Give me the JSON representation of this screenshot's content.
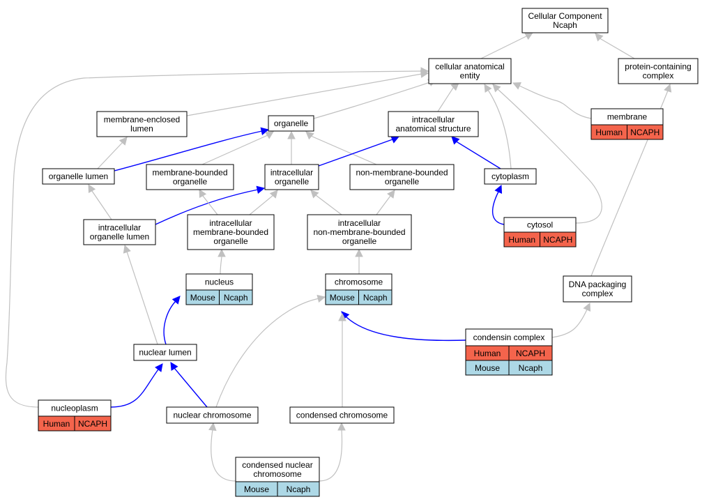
{
  "colors": {
    "gray_edge": "#c0c0c0",
    "blue_edge": "#0000ff",
    "human": "#f4644c",
    "mouse": "#add8e6"
  },
  "nodes": {
    "cc": {
      "lines": [
        "Cellular Component",
        "Ncaph"
      ]
    },
    "cae": {
      "lines": [
        "cellular anatomical",
        "entity"
      ]
    },
    "pcc": {
      "lines": [
        "protein-containing",
        "complex"
      ]
    },
    "mel": {
      "lines": [
        "membrane-enclosed",
        "lumen"
      ]
    },
    "org": {
      "lines": [
        "organelle"
      ]
    },
    "ias": {
      "lines": [
        "intracellular",
        "anatomical structure"
      ]
    },
    "mem": {
      "lines": [
        "membrane"
      ],
      "annotations": [
        {
          "species": "Human",
          "gene": "NCAPH"
        }
      ]
    },
    "orgl": {
      "lines": [
        "organelle lumen"
      ]
    },
    "mbo": {
      "lines": [
        "membrane-bounded",
        "organelle"
      ]
    },
    "io": {
      "lines": [
        "intracellular",
        "organelle"
      ]
    },
    "nmbo": {
      "lines": [
        "non-membrane-bounded",
        "organelle"
      ]
    },
    "cyto": {
      "lines": [
        "cytoplasm"
      ]
    },
    "iol": {
      "lines": [
        "intracellular",
        "organelle lumen"
      ]
    },
    "imbo": {
      "lines": [
        "intracellular",
        "membrane-bounded",
        "organelle"
      ]
    },
    "inmbo": {
      "lines": [
        "intracellular",
        "non-membrane-bounded",
        "organelle"
      ]
    },
    "cytosol": {
      "lines": [
        "cytosol"
      ],
      "annotations": [
        {
          "species": "Human",
          "gene": "NCAPH"
        }
      ]
    },
    "nuc": {
      "lines": [
        "nucleus"
      ],
      "annotations": [
        {
          "species": "Mouse",
          "gene": "Ncaph"
        }
      ]
    },
    "chr": {
      "lines": [
        "chromosome"
      ],
      "annotations": [
        {
          "species": "Mouse",
          "gene": "Ncaph"
        }
      ]
    },
    "dna": {
      "lines": [
        "DNA packaging",
        "complex"
      ]
    },
    "nl": {
      "lines": [
        "nuclear lumen"
      ]
    },
    "cond": {
      "lines": [
        "condensin complex"
      ],
      "annotations": [
        {
          "species": "Human",
          "gene": "NCAPH"
        },
        {
          "species": "Mouse",
          "gene": "Ncaph"
        }
      ]
    },
    "np": {
      "lines": [
        "nucleoplasm"
      ],
      "annotations": [
        {
          "species": "Human",
          "gene": "NCAPH"
        }
      ]
    },
    "nchr": {
      "lines": [
        "nuclear chromosome"
      ]
    },
    "cchr": {
      "lines": [
        "condensed chromosome"
      ]
    },
    "cnchr": {
      "lines": [
        "condensed nuclear",
        "chromosome"
      ],
      "annotations": [
        {
          "species": "Mouse",
          "gene": "Ncaph"
        }
      ]
    }
  },
  "edges": [
    {
      "from": "cae",
      "to": "cc",
      "kind": "is_a"
    },
    {
      "from": "pcc",
      "to": "cc",
      "kind": "is_a"
    },
    {
      "from": "mel",
      "to": "cae",
      "kind": "is_a"
    },
    {
      "from": "org",
      "to": "cae",
      "kind": "is_a"
    },
    {
      "from": "ias",
      "to": "cae",
      "kind": "is_a"
    },
    {
      "from": "mem",
      "to": "cae",
      "kind": "is_a"
    },
    {
      "from": "cyto",
      "to": "cae",
      "kind": "is_a"
    },
    {
      "from": "cytosol",
      "to": "cae",
      "kind": "is_a"
    },
    {
      "from": "np",
      "to": "cae",
      "kind": "is_a"
    },
    {
      "from": "orgl",
      "to": "mel",
      "kind": "is_a"
    },
    {
      "from": "orgl",
      "to": "org",
      "kind": "part_of"
    },
    {
      "from": "mbo",
      "to": "org",
      "kind": "is_a"
    },
    {
      "from": "io",
      "to": "org",
      "kind": "is_a"
    },
    {
      "from": "nmbo",
      "to": "org",
      "kind": "is_a"
    },
    {
      "from": "io",
      "to": "ias",
      "kind": "part_of"
    },
    {
      "from": "cyto",
      "to": "ias",
      "kind": "part_of"
    },
    {
      "from": "iol",
      "to": "orgl",
      "kind": "is_a"
    },
    {
      "from": "iol",
      "to": "io",
      "kind": "part_of"
    },
    {
      "from": "imbo",
      "to": "mbo",
      "kind": "is_a"
    },
    {
      "from": "imbo",
      "to": "io",
      "kind": "is_a"
    },
    {
      "from": "inmbo",
      "to": "io",
      "kind": "is_a"
    },
    {
      "from": "inmbo",
      "to": "nmbo",
      "kind": "is_a"
    },
    {
      "from": "cytosol",
      "to": "cyto",
      "kind": "part_of"
    },
    {
      "from": "nuc",
      "to": "imbo",
      "kind": "is_a"
    },
    {
      "from": "chr",
      "to": "inmbo",
      "kind": "is_a"
    },
    {
      "from": "dna",
      "to": "pcc",
      "kind": "is_a"
    },
    {
      "from": "nl",
      "to": "iol",
      "kind": "is_a"
    },
    {
      "from": "nl",
      "to": "nuc",
      "kind": "part_of"
    },
    {
      "from": "cond",
      "to": "dna",
      "kind": "is_a"
    },
    {
      "from": "cond",
      "to": "chr",
      "kind": "part_of"
    },
    {
      "from": "np",
      "to": "nl",
      "kind": "part_of"
    },
    {
      "from": "nchr",
      "to": "nl",
      "kind": "part_of"
    },
    {
      "from": "nchr",
      "to": "chr",
      "kind": "is_a"
    },
    {
      "from": "cchr",
      "to": "chr",
      "kind": "is_a"
    },
    {
      "from": "cnchr",
      "to": "nchr",
      "kind": "is_a"
    },
    {
      "from": "cnchr",
      "to": "cchr",
      "kind": "is_a"
    }
  ]
}
